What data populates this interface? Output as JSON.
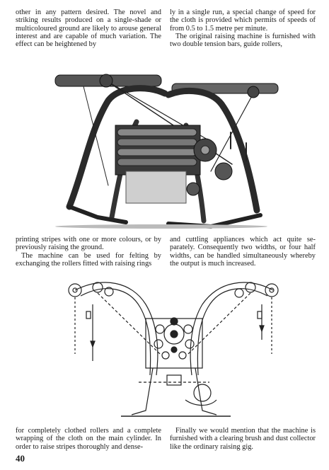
{
  "top": {
    "left": "other in any pattern desired. The novel and striking results produced on a single-shade or multicoloured ground are likely to arouse general interest and are capable of much variation. The effect can be heightened by",
    "right_p1": "ly in a single run, a special change of speed for the cloth is provided which permits of speeds of from 0.5 to 1.5 metre per minute.",
    "right_p2": "The original raising machine is furnished with two double tension bars, guide rollers,"
  },
  "middle": {
    "left_p1": "printing stripes with one or more colours, or by previously raising the ground.",
    "left_p2": "The machine can be used for felting by exchanging the rollers fitted with raising rings",
    "right": "and cuttling appliances which act quite se- parately. Consequently two widths, or four half widths, can be handled simultaneously whereby the output is much increased."
  },
  "bottom": {
    "left": "for completely clothed rollers and a complete wrapping of the cloth on the main cylinder. In order to raise stripes thoroughly and dense-",
    "right": "Finally we would mention that the machine is furnished with a clearing brush and dust collector like the ordinary raising gig."
  },
  "page_number": "40"
}
